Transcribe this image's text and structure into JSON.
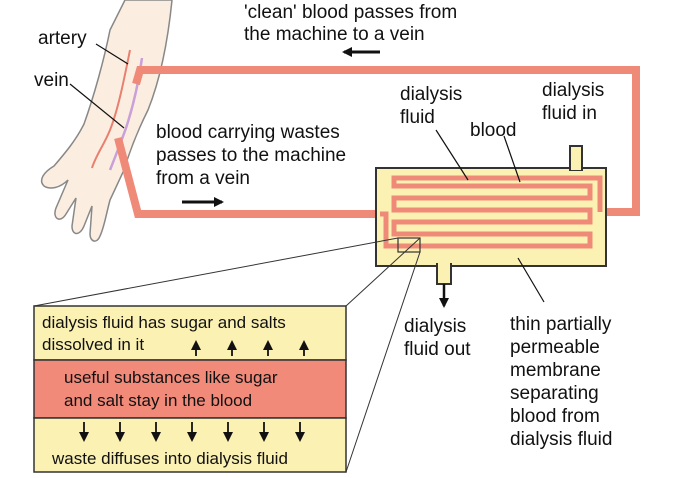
{
  "labels": {
    "clean_1": "'clean' blood passes from",
    "clean_2": "the machine to a vein",
    "artery": "artery",
    "vein": "vein",
    "carry_1": "blood carrying wastes",
    "carry_2": "passes to the machine",
    "carry_3": "from a vein",
    "fluid_1": "dialysis",
    "fluid_2": "fluid",
    "blood": "blood",
    "in_1": "dialysis",
    "in_2": "fluid in",
    "out_1": "dialysis",
    "out_2": "fluid out",
    "mem_1": "thin partially",
    "mem_2": "permeable",
    "mem_3": "membrane",
    "mem_4": "separating",
    "mem_5": "blood from",
    "mem_6": "dialysis fluid"
  },
  "inset": {
    "top_1": "dialysis fluid has sugar and salts",
    "top_2": "dissolved in it",
    "mid_1": "useful substances like sugar",
    "mid_2": "and salt stay in the blood",
    "bottom": "waste diffuses into dialysis fluid"
  },
  "colors": {
    "tube": "#f08a78",
    "blood_band": "#f28a7a",
    "fluid": "#fbf1b2",
    "skin": "#fbeee0",
    "outline": "#333333"
  }
}
